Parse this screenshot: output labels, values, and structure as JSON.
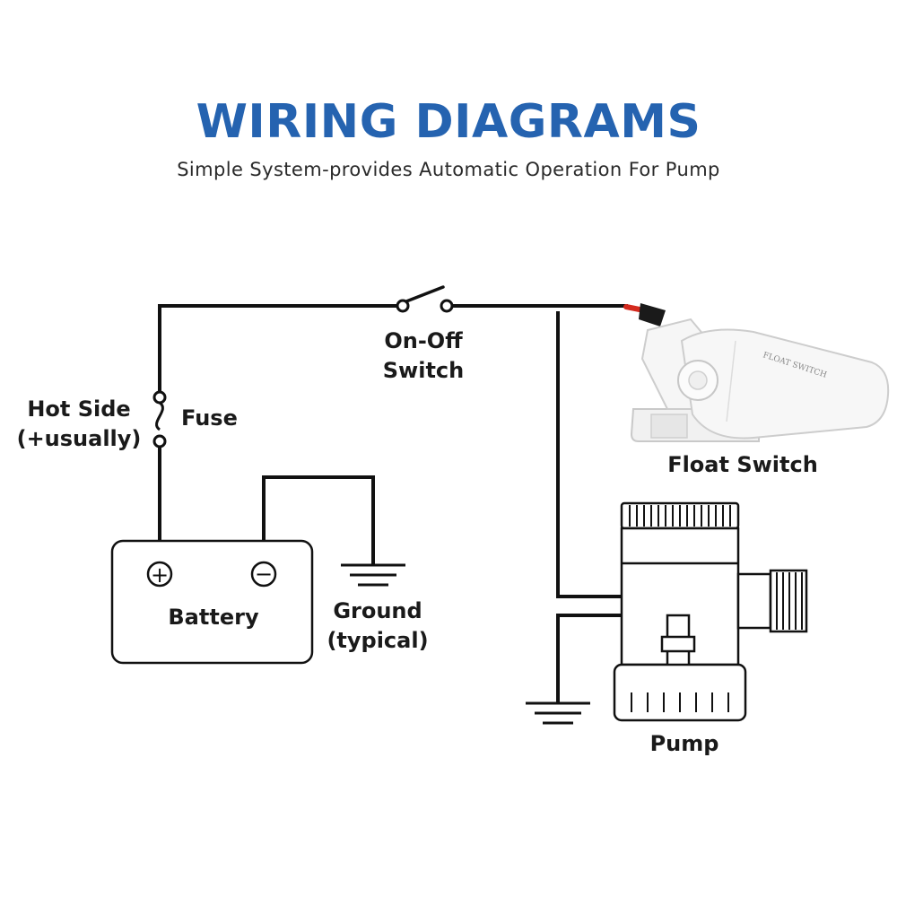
{
  "header": {
    "title": "WIRING DIAGRAMS",
    "subtitle": "Simple System-provides Automatic Operation For Pump"
  },
  "labels": {
    "switch_line1": "On-Off",
    "switch_line2": "Switch",
    "hot_side_line1": "Hot Side",
    "hot_side_line2": "(+usually)",
    "fuse": "Fuse",
    "battery": "Battery",
    "ground_line1": "Ground",
    "ground_line2": "(typical)",
    "float_switch": "Float Switch",
    "pump": "Pump",
    "float_switch_print": "FLOAT SWITCH"
  },
  "symbols": {
    "positive": "+",
    "negative": "−"
  },
  "colors": {
    "title": "#2563b0",
    "wire": "#111111",
    "red_wire": "#d42a1e",
    "device_body": "#f4f4f4",
    "device_outline": "#cfcfcf"
  }
}
